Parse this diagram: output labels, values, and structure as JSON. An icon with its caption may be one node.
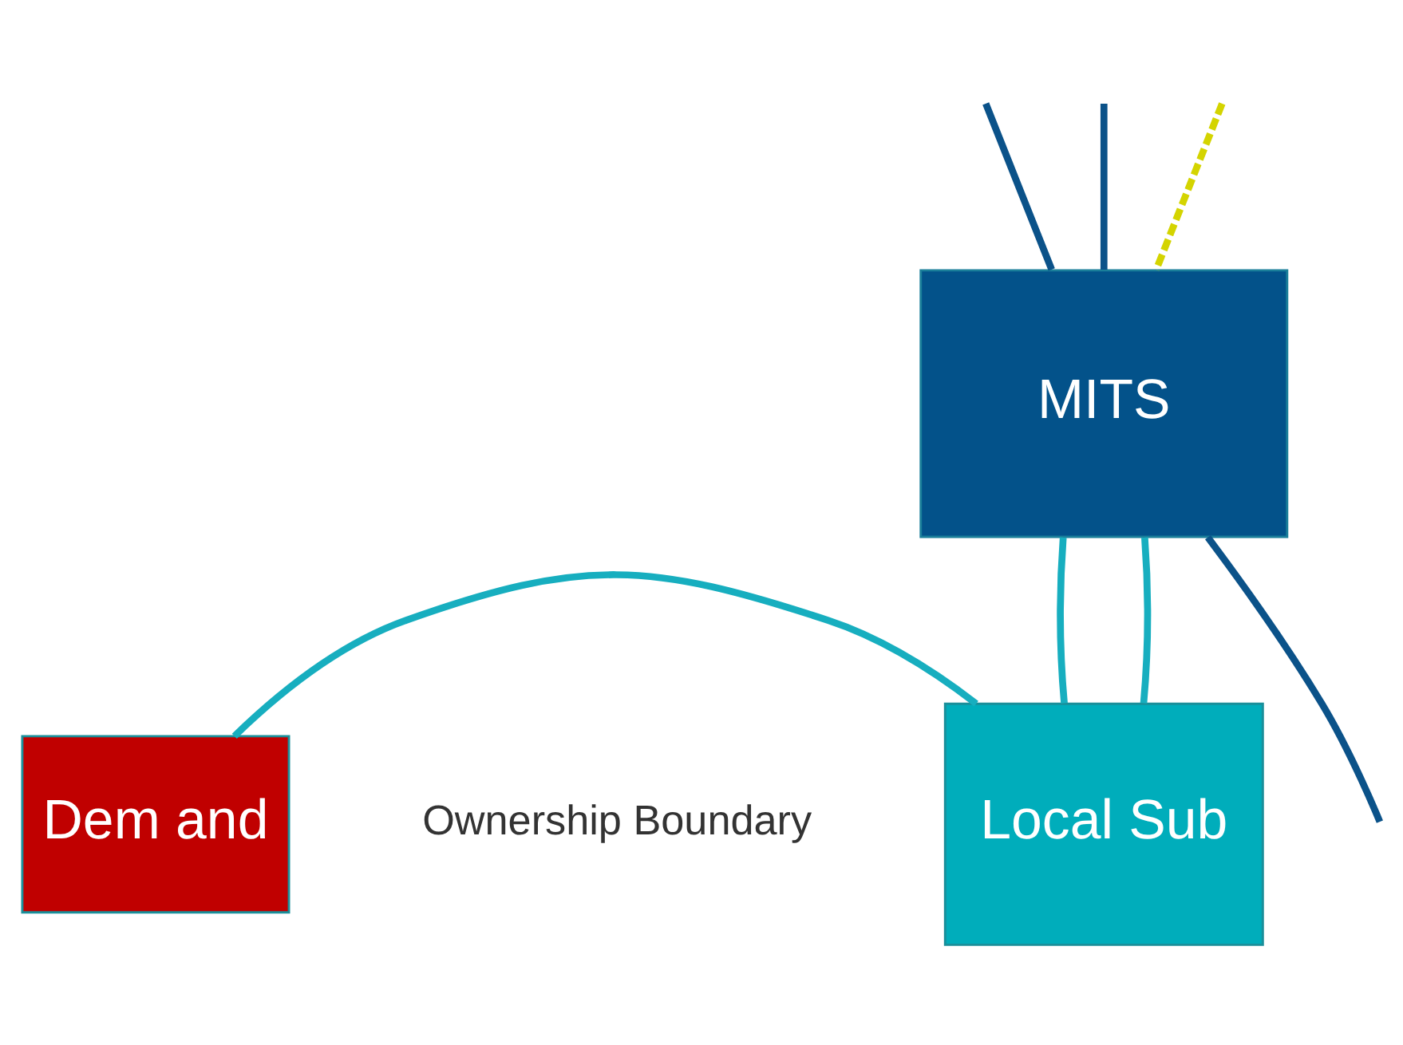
{
  "diagram": {
    "nodes": [
      {
        "text": [
          "MITS"
        ]
      },
      {
        "text": [
          "Local Sub"
        ]
      },
      {
        "text": [
          "Dem and"
        ]
      }
    ],
    "edges": [
      {
        "from": null,
        "to": 0,
        "arrow": "none",
        "color": "#0b5289"
      },
      {
        "from": null,
        "to": 0,
        "arrow": "none",
        "color": "#0b5289"
      },
      {
        "from": null,
        "to": 0,
        "arrow": "none",
        "style": "dashed",
        "color": "#d4d400"
      },
      {
        "from": 0,
        "to": null,
        "arrow": "none",
        "color": "#0b5289"
      },
      {
        "from": 0,
        "to": 1,
        "arrow": "none",
        "color": "#17aebf"
      },
      {
        "from": 0,
        "to": 1,
        "arrow": "none",
        "color": "#17aebf"
      },
      {
        "from": 2,
        "to": 1,
        "arrow": "none",
        "color": "#17aebf"
      }
    ],
    "labels": [
      "Ownership Boundary"
    ]
  }
}
